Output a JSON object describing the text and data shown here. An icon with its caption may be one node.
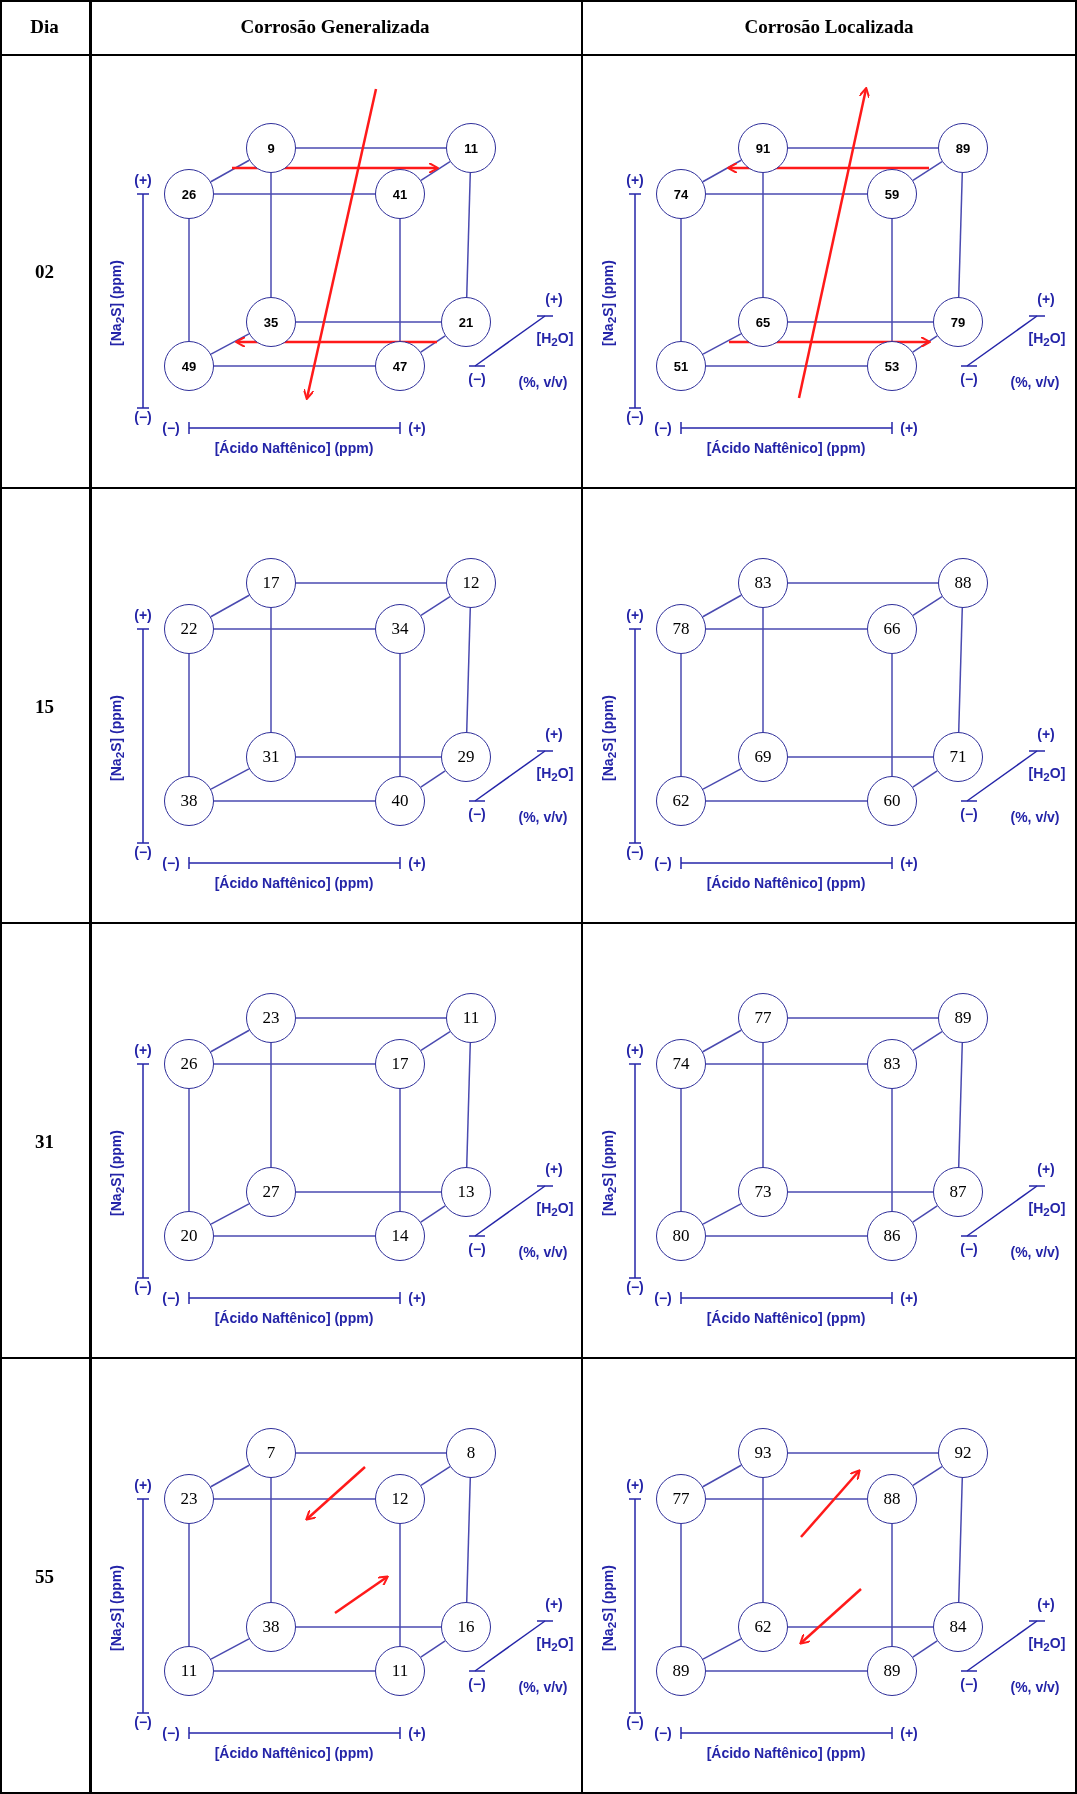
{
  "diagram": {
    "nodes": [
      {
        "text": [
          "9"
        ]
      },
      {
        "text": [
          "11"
        ]
      },
      {
        "text": [
          "26"
        ]
      },
      {
        "text": [
          "41"
        ]
      },
      {
        "text": [
          "35"
        ]
      },
      {
        "text": [
          "21"
        ]
      },
      {
        "text": [
          "49"
        ]
      },
      {
        "text": [
          "47"
        ]
      },
      {
        "text": [
          "91"
        ]
      },
      {
        "text": [
          "89"
        ]
      },
      {
        "text": [
          "74"
        ]
      },
      {
        "text": [
          "59"
        ]
      },
      {
        "text": [
          "65"
        ]
      },
      {
        "text": [
          "79"
        ]
      },
      {
        "text": [
          "51"
        ]
      },
      {
        "text": [
          "53"
        ]
      },
      {
        "text": [
          "17"
        ]
      },
      {
        "text": [
          "12"
        ]
      },
      {
        "text": [
          "22"
        ]
      },
      {
        "text": [
          "34"
        ]
      },
      {
        "text": [
          "31"
        ]
      },
      {
        "text": [
          "29"
        ]
      },
      {
        "text": [
          "38"
        ]
      },
      {
        "text": [
          "40"
        ]
      },
      {
        "text": [
          "83"
        ]
      },
      {
        "text": [
          "88"
        ]
      },
      {
        "text": [
          "78"
        ]
      },
      {
        "text": [
          "66"
        ]
      },
      {
        "text": [
          "69"
        ]
      },
      {
        "text": [
          "71"
        ]
      },
      {
        "text": [
          "62"
        ]
      },
      {
        "text": [
          "60"
        ]
      },
      {
        "text": [
          "23"
        ]
      },
      {
        "text": [
          "11"
        ]
      },
      {
        "text": [
          "26"
        ]
      },
      {
        "text": [
          "17"
        ]
      },
      {
        "text": [
          "27"
        ]
      },
      {
        "text": [
          "13"
        ]
      },
      {
        "text": [
          "20"
        ]
      },
      {
        "text": [
          "14"
        ]
      },
      {
        "text": [
          "77"
        ]
      },
      {
        "text": [
          "89"
        ]
      },
      {
        "text": [
          "74"
        ]
      },
      {
        "text": [
          "83"
        ]
      },
      {
        "text": [
          "73"
        ]
      },
      {
        "text": [
          "87"
        ]
      },
      {
        "text": [
          "80"
        ]
      },
      {
        "text": [
          "86"
        ]
      },
      {
        "text": [
          "7"
        ]
      },
      {
        "text": [
          "8"
        ]
      },
      {
        "text": [
          "23"
        ]
      },
      {
        "text": [
          "12"
        ]
      },
      {
        "text": [
          "38"
        ]
      },
      {
        "text": [
          "16"
        ]
      },
      {
        "text": [
          "11"
        ]
      },
      {
        "text": [
          "11"
        ]
      },
      {
        "text": [
          "93"
        ]
      },
      {
        "text": [
          "92"
        ]
      },
      {
        "text": [
          "77"
        ]
      },
      {
        "text": [
          "88"
        ]
      },
      {
        "text": [
          "62"
        ]
      },
      {
        "text": [
          "84"
        ]
      },
      {
        "text": [
          "89"
        ]
      },
      {
        "text": [
          "89"
        ]
      }
    ],
    "edges": [
      {
        "from": 0,
        "to": 1,
        "arrow": "none"
      },
      {
        "from": 0,
        "to": 2,
        "arrow": "none"
      },
      {
        "from": 1,
        "to": 3,
        "arrow": "none"
      },
      {
        "from": 2,
        "to": 3,
        "arrow": "none"
      },
      {
        "from": 0,
        "to": 4,
        "arrow": "none"
      },
      {
        "from": 1,
        "to": 5,
        "arrow": "none"
      },
      {
        "from": 2,
        "to": 6,
        "arrow": "none"
      },
      {
        "from": 3,
        "to": 7,
        "arrow": "none"
      },
      {
        "from": 4,
        "to": 5,
        "arrow": "none"
      },
      {
        "from": 4,
        "to": 6,
        "arrow": "none"
      },
      {
        "from": 5,
        "to": 7,
        "arrow": "none"
      },
      {
        "from": 6,
        "to": 7,
        "arrow": "none"
      },
      {
        "from": 8,
        "to": 9,
        "arrow": "none"
      },
      {
        "from": 8,
        "to": 10,
        "arrow": "none"
      },
      {
        "from": 9,
        "to": 11,
        "arrow": "none"
      },
      {
        "from": 10,
        "to": 11,
        "arrow": "none"
      },
      {
        "from": 8,
        "to": 12,
        "arrow": "none"
      },
      {
        "from": 9,
        "to": 13,
        "arrow": "none"
      },
      {
        "from": 10,
        "to": 14,
        "arrow": "none"
      },
      {
        "from": 11,
        "to": 15,
        "arrow": "none"
      },
      {
        "from": 12,
        "to": 13,
        "arrow": "none"
      },
      {
        "from": 12,
        "to": 14,
        "arrow": "none"
      },
      {
        "from": 13,
        "to": 15,
        "arrow": "none"
      },
      {
        "from": 14,
        "to": 15,
        "arrow": "none"
      },
      {
        "from": 16,
        "to": 17,
        "arrow": "none"
      },
      {
        "from": 16,
        "to": 18,
        "arrow": "none"
      },
      {
        "from": 17,
        "to": 19,
        "arrow": "none"
      },
      {
        "from": 18,
        "to": 19,
        "arrow": "none"
      },
      {
        "from": 16,
        "to": 20,
        "arrow": "none"
      },
      {
        "from": 17,
        "to": 21,
        "arrow": "none"
      },
      {
        "from": 18,
        "to": 22,
        "arrow": "none"
      },
      {
        "from": 19,
        "to": 23,
        "arrow": "none"
      },
      {
        "from": 20,
        "to": 21,
        "arrow": "none"
      },
      {
        "from": 20,
        "to": 22,
        "arrow": "none"
      },
      {
        "from": 21,
        "to": 23,
        "arrow": "none"
      },
      {
        "from": 22,
        "to": 23,
        "arrow": "none"
      },
      {
        "from": 24,
        "to": 25,
        "arrow": "none"
      },
      {
        "from": 24,
        "to": 26,
        "arrow": "none"
      },
      {
        "from": 25,
        "to": 27,
        "arrow": "none"
      },
      {
        "from": 26,
        "to": 27,
        "arrow": "none"
      },
      {
        "from": 24,
        "to": 28,
        "arrow": "none"
      },
      {
        "from": 25,
        "to": 29,
        "arrow": "none"
      },
      {
        "from": 26,
        "to": 30,
        "arrow": "none"
      },
      {
        "from": 27,
        "to": 31,
        "arrow": "none"
      },
      {
        "from": 28,
        "to": 29,
        "arrow": "none"
      },
      {
        "from": 28,
        "to": 30,
        "arrow": "none"
      },
      {
        "from": 29,
        "to": 31,
        "arrow": "none"
      },
      {
        "from": 30,
        "to": 31,
        "arrow": "none"
      },
      {
        "from": 32,
        "to": 33,
        "arrow": "none"
      },
      {
        "from": 32,
        "to": 34,
        "arrow": "none"
      },
      {
        "from": 33,
        "to": 35,
        "arrow": "none"
      },
      {
        "from": 34,
        "to": 35,
        "arrow": "none"
      },
      {
        "from": 32,
        "to": 36,
        "arrow": "none"
      },
      {
        "from": 33,
        "to": 37,
        "arrow": "none"
      },
      {
        "from": 34,
        "to": 38,
        "arrow": "none"
      },
      {
        "from": 35,
        "to": 39,
        "arrow": "none"
      },
      {
        "from": 36,
        "to": 37,
        "arrow": "none"
      },
      {
        "from": 36,
        "to": 38,
        "arrow": "none"
      },
      {
        "from": 37,
        "to": 39,
        "arrow": "none"
      },
      {
        "from": 38,
        "to": 39,
        "arrow": "none"
      },
      {
        "from": 40,
        "to": 41,
        "arrow": "none"
      },
      {
        "from": 40,
        "to": 42,
        "arrow": "none"
      },
      {
        "from": 41,
        "to": 43,
        "arrow": "none"
      },
      {
        "from": 42,
        "to": 43,
        "arrow": "none"
      },
      {
        "from": 40,
        "to": 44,
        "arrow": "none"
      },
      {
        "from": 41,
        "to": 45,
        "arrow": "none"
      },
      {
        "from": 42,
        "to": 46,
        "arrow": "none"
      },
      {
        "from": 43,
        "to": 47,
        "arrow": "none"
      },
      {
        "from": 44,
        "to": 45,
        "arrow": "none"
      },
      {
        "from": 44,
        "to": 46,
        "arrow": "none"
      },
      {
        "from": 45,
        "to": 47,
        "arrow": "none"
      },
      {
        "from": 46,
        "to": 47,
        "arrow": "none"
      },
      {
        "from": 48,
        "to": 49,
        "arrow": "none"
      },
      {
        "from": 48,
        "to": 50,
        "arrow": "none"
      },
      {
        "from": 49,
        "to": 51,
        "arrow": "none"
      },
      {
        "from": 50,
        "to": 51,
        "arrow": "none"
      },
      {
        "from": 48,
        "to": 52,
        "arrow": "none"
      },
      {
        "from": 49,
        "to": 53,
        "arrow": "none"
      },
      {
        "from": 50,
        "to": 54,
        "arrow": "none"
      },
      {
        "from": 51,
        "to": 55,
        "arrow": "none"
      },
      {
        "from": 52,
        "to": 53,
        "arrow": "none"
      },
      {
        "from": 52,
        "to": 54,
        "arrow": "none"
      },
      {
        "from": 53,
        "to": 55,
        "arrow": "none"
      },
      {
        "from": 54,
        "to": 55,
        "arrow": "none"
      },
      {
        "from": 56,
        "to": 57,
        "arrow": "none"
      },
      {
        "from": 56,
        "to": 58,
        "arrow": "none"
      },
      {
        "from": 57,
        "to": 59,
        "arrow": "none"
      },
      {
        "from": 58,
        "to": 59,
        "arrow": "none"
      },
      {
        "from": 56,
        "to": 60,
        "arrow": "none"
      },
      {
        "from": 57,
        "to": 61,
        "arrow": "none"
      },
      {
        "from": 58,
        "to": 62,
        "arrow": "none"
      },
      {
        "from": 59,
        "to": 63,
        "arrow": "none"
      },
      {
        "from": 60,
        "to": 61,
        "arrow": "none"
      },
      {
        "from": 60,
        "to": 62,
        "arrow": "none"
      },
      {
        "from": 61,
        "to": 63,
        "arrow": "none"
      },
      {
        "from": 62,
        "to": 63,
        "arrow": "none"
      }
    ],
    "labels": [
      "Dia",
      "Corrosão Generalizada",
      "Corrosão Localizada",
      "02",
      "(+)",
      "[Na$_{2}$S] (ppm)",
      "(+)",
      "[H$_{2}$O]",
      "(%, v/v)",
      "(−)",
      "(−)",
      "(−)",
      "(+)",
      "[Ácido Naftênico] (ppm)",
      "(+)",
      "[Na$_{2}$S] (ppm)",
      "(+)",
      "[H$_{2}$O]",
      "(%, v/v)",
      "(−)",
      "(−)",
      "(−)",
      "(+)",
      "[Ácido Naftênico] (ppm)",
      "15",
      "(+)",
      "[Na$_{2}$S] (ppm)",
      "(+)",
      "[H$_{2}$O]",
      "(%, v/v)",
      "(−)",
      "(−)",
      "(−)",
      "(+)",
      "[Ácido Naftênico] (ppm)",
      "(+)",
      "[Na$_{2}$S] (ppm)",
      "(+)",
      "[H$_{2}$O]",
      "(%, v/v)",
      "(−)",
      "(−)",
      "(−)",
      "(+)",
      "[Ácido Naftênico] (ppm)",
      "31",
      "(+)",
      "[Na$_{2}$S] (ppm)",
      "(+)",
      "[H$_{2}$O]",
      "(%, v/v)",
      "(−)",
      "(−)",
      "(−)",
      "(+)",
      "[Ácido Naftênico] (ppm)",
      "(+)",
      "[Na$_{2}$S] (ppm)",
      "(+)",
      "[H$_{2}$O]",
      "(%, v/v)",
      "(−)",
      "(−)",
      "(−)",
      "(+)",
      "[Ácido Naftênico] (ppm)",
      "55",
      "(+)",
      "[Na$_{2}$S] (ppm)",
      "(+)",
      "[H$_{2}$O]",
      "(%, v/v)",
      "(−)",
      "(−)",
      "(−)",
      "(+)",
      "[Ácido Naftênico] (ppm)",
      "(+)",
      "[Na$_{2}$S] (ppm)",
      "(+)",
      "[H$_{2}$O]",
      "(%, v/v)",
      "(−)",
      "(−)",
      "(−)",
      "(+)",
      "[Ácido Naftênico] (ppm)"
    ]
  }
}
